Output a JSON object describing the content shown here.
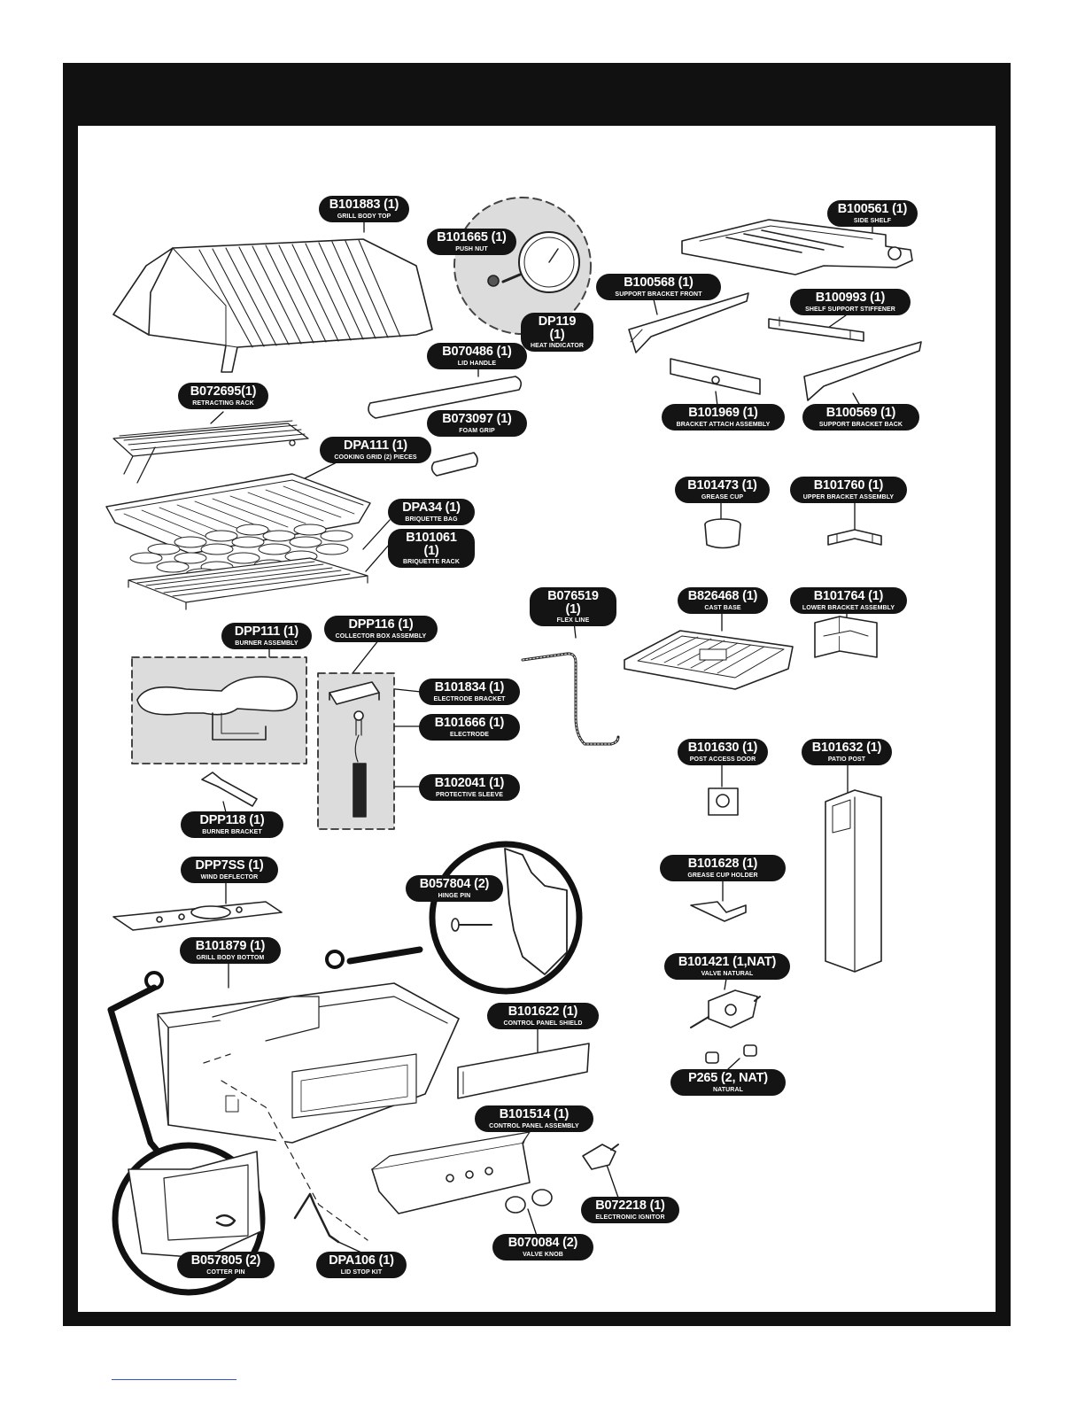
{
  "parts": [
    {
      "code": "B101883 (1)",
      "name": "GRILL BODY TOP"
    },
    {
      "code": "B101665 (1)",
      "name": "PUSH NUT"
    },
    {
      "code": "DP119 (1)",
      "name": "HEAT INDICATOR"
    },
    {
      "code": "B100561 (1)",
      "name": "SIDE SHELF"
    },
    {
      "code": "B100568 (1)",
      "name": "SUPPORT BRACKET FRONT"
    },
    {
      "code": "B100993 (1)",
      "name": "SHELF SUPPORT STIFFENER"
    },
    {
      "code": "B070486 (1)",
      "name": "LID HANDLE"
    },
    {
      "code": "B072695(1)",
      "name": "RETRACTING RACK"
    },
    {
      "code": "B073097 (1)",
      "name": "FOAM GRIP"
    },
    {
      "code": "B101969 (1)",
      "name": "BRACKET ATTACH ASSEMBLY"
    },
    {
      "code": "B100569 (1)",
      "name": "SUPPORT BRACKET BACK"
    },
    {
      "code": "DPA111 (1)",
      "name": "COOKING GRID (2) PIECES"
    },
    {
      "code": "B101473 (1)",
      "name": "GREASE CUP"
    },
    {
      "code": "B101760 (1)",
      "name": "UPPER BRACKET ASSEMBLY"
    },
    {
      "code": "DPA34 (1)",
      "name": "BRIQUETTE BAG"
    },
    {
      "code": "B101061 (1)",
      "name": "BRIQUETTE RACK"
    },
    {
      "code": "B076519 (1)",
      "name": "FLEX LINE"
    },
    {
      "code": "B826468 (1)",
      "name": "CAST BASE"
    },
    {
      "code": "B101764 (1)",
      "name": "LOWER BRACKET ASSEMBLY"
    },
    {
      "code": "DPP111 (1)",
      "name": "BURNER ASSEMBLY"
    },
    {
      "code": "DPP116 (1)",
      "name": "COLLECTOR BOX ASSEMBLY"
    },
    {
      "code": "B101834 (1)",
      "name": "ELECTRODE BRACKET"
    },
    {
      "code": "B101666 (1)",
      "name": "ELECTRODE"
    },
    {
      "code": "B101630 (1)",
      "name": "POST ACCESS DOOR"
    },
    {
      "code": "B101632 (1)",
      "name": "PATIO POST"
    },
    {
      "code": "B102041 (1)",
      "name": "PROTECTIVE SLEEVE"
    },
    {
      "code": "DPP118 (1)",
      "name": "BURNER BRACKET"
    },
    {
      "code": "DPP7SS (1)",
      "name": "WIND DEFLECTOR"
    },
    {
      "code": "B101628 (1)",
      "name": "GREASE CUP HOLDER"
    },
    {
      "code": "B057804 (2)",
      "name": "HINGE PIN"
    },
    {
      "code": "B101879 (1)",
      "name": "GRILL BODY BOTTOM"
    },
    {
      "code": "B101421 (1,NAT)",
      "name": "VALVE  NATURAL"
    },
    {
      "code": "B101622 (1)",
      "name": "CONTROL PANEL SHIELD"
    },
    {
      "code": "P265 (2, NAT)",
      "name": "NATURAL"
    },
    {
      "code": "B101514 (1)",
      "name": "CONTROL PANEL ASSEMBLY"
    },
    {
      "code": "B072218 (1)",
      "name": "ELECTRONIC IGNITOR"
    },
    {
      "code": "B070084 (2)",
      "name": "VALVE KNOB"
    },
    {
      "code": "B057805 (2)",
      "name": "COTTER PIN"
    },
    {
      "code": "DPA106 (1)",
      "name": "LID STOP KIT"
    }
  ]
}
